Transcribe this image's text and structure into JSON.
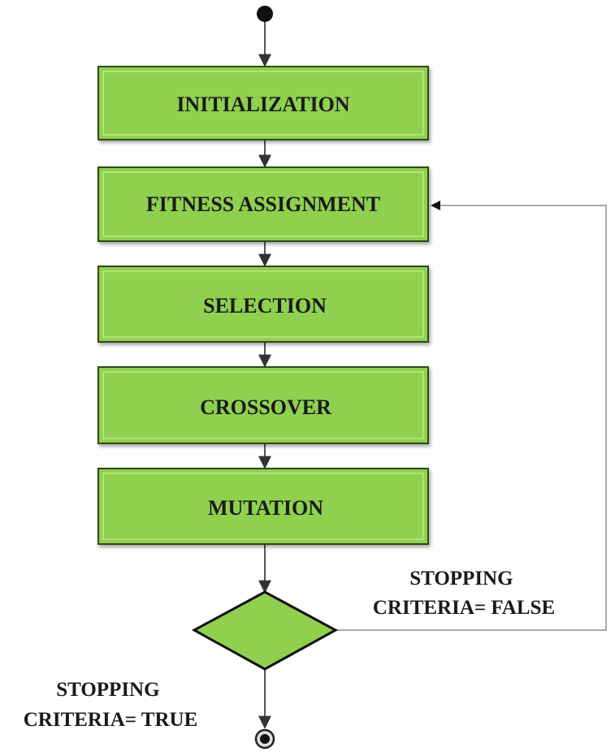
{
  "steps": [
    {
      "id": "initialization",
      "label": "INITIALIZATION"
    },
    {
      "id": "fitness-assignment",
      "label": "FITNESS ASSIGNMENT"
    },
    {
      "id": "selection",
      "label": "SELECTION"
    },
    {
      "id": "crossover",
      "label": "CROSSOVER"
    },
    {
      "id": "mutation",
      "label": "MUTATION"
    }
  ],
  "decision": {
    "false_label": [
      "STOPPING",
      "CRITERIA= FALSE"
    ],
    "true_label": [
      "STOPPING",
      "CRITERIA= TRUE"
    ]
  },
  "colors": {
    "box_fill": "#8fd14f",
    "box_border": "#2e4a12",
    "line": "#555555",
    "loop_line": "#aaaaaa",
    "text": "#1a1a1a"
  }
}
